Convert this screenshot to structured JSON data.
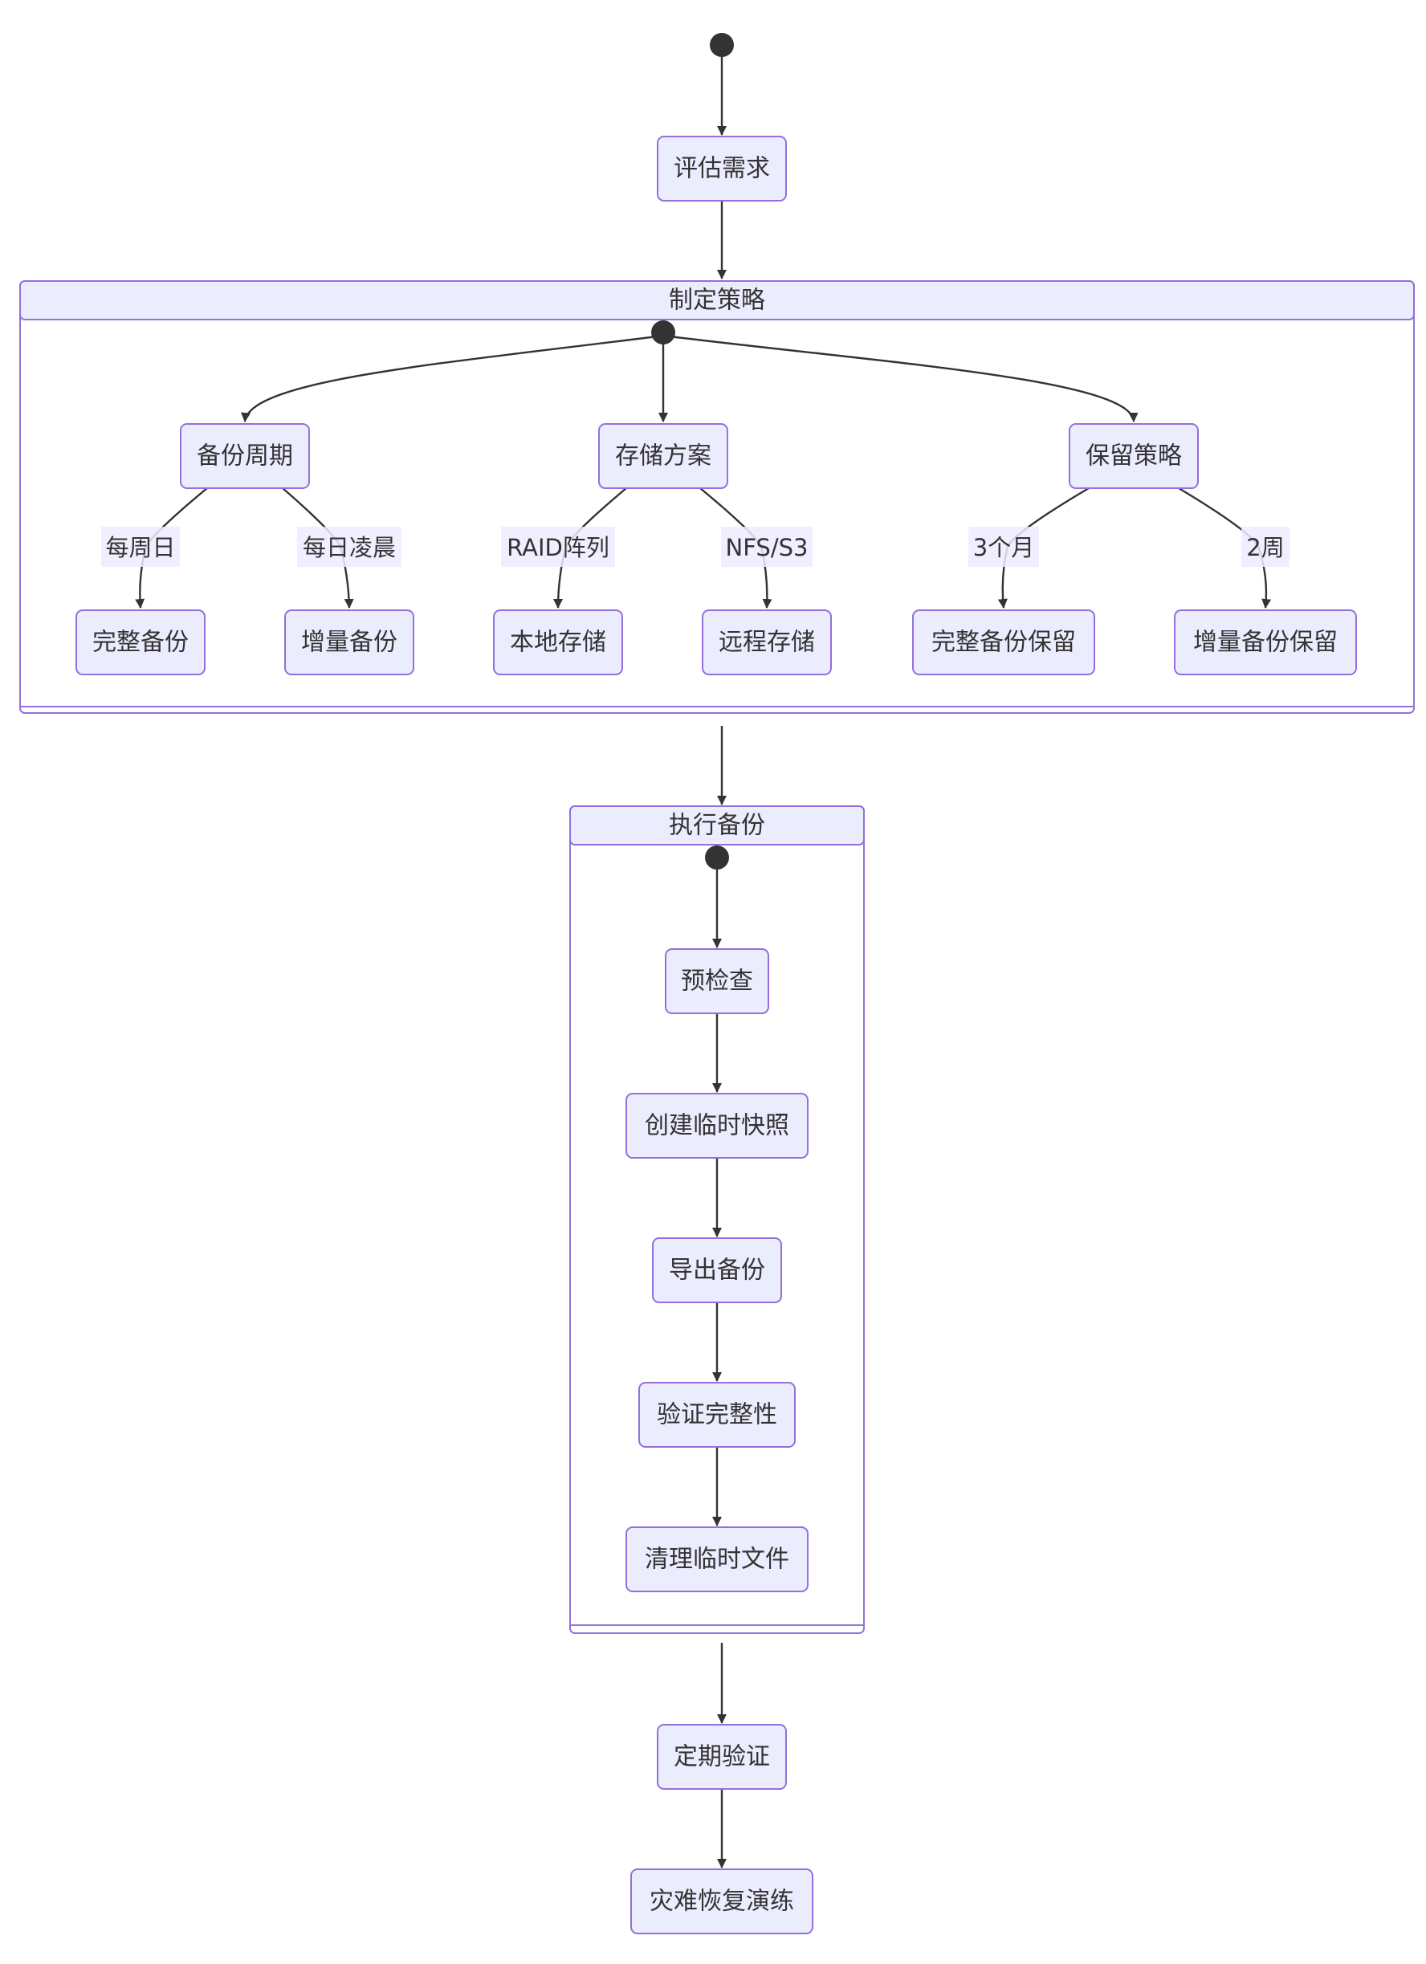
{
  "nodes": {
    "assess": "评估需求",
    "periodic_verify": "定期验证",
    "dr_drill": "灾难恢复演练"
  },
  "composites": {
    "strategy": {
      "title": "制定策略",
      "backup_cycle": "备份周期",
      "storage_plan": "存储方案",
      "retention": "保留策略",
      "full_backup": "完整备份",
      "incremental_backup": "增量备份",
      "local_storage": "本地存储",
      "remote_storage": "远程存储",
      "full_retention": "完整备份保留",
      "incremental_retention": "增量备份保留"
    },
    "execute": {
      "title": "执行备份",
      "precheck": "预检查",
      "snapshot": "创建临时快照",
      "export": "导出备份",
      "verify_integrity": "验证完整性",
      "cleanup": "清理临时文件"
    }
  },
  "edge_labels": {
    "weekly": "每周日",
    "daily_early": "每日凌晨",
    "raid": "RAID阵列",
    "nfs_s3": "NFS/S3",
    "three_months": "3个月",
    "two_weeks": "2周"
  },
  "colors": {
    "node_fill": "#ECECFF",
    "node_stroke": "#9370DB",
    "edge": "#333333",
    "text": "#333333"
  }
}
